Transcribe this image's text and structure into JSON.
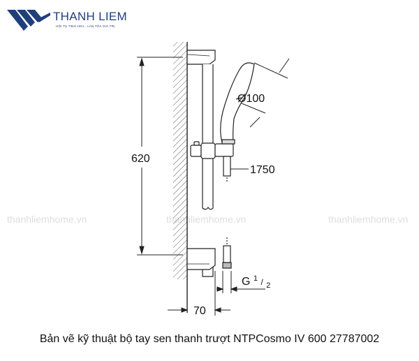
{
  "brand": {
    "name": "THANH LIEM",
    "tagline": "HỘI TỤ TINH HOA - LAN TỎA GIÁ TRỊ",
    "color": "#1f3f7c"
  },
  "watermarks": [
    "thanhliemhome.vn",
    "thanhliemhome.vn",
    "thanhliemhome.vn"
  ],
  "dimensions": {
    "height": "620",
    "head_diameter": "Ø100",
    "hose_length": "1750",
    "connection": "G",
    "connection_sup": "1",
    "connection_sub": "2",
    "wall_offset": "70"
  },
  "caption": "Bản vẽ kỹ thuật bộ tay sen thanh trượt NTPCosmo IV 600 27787002"
}
